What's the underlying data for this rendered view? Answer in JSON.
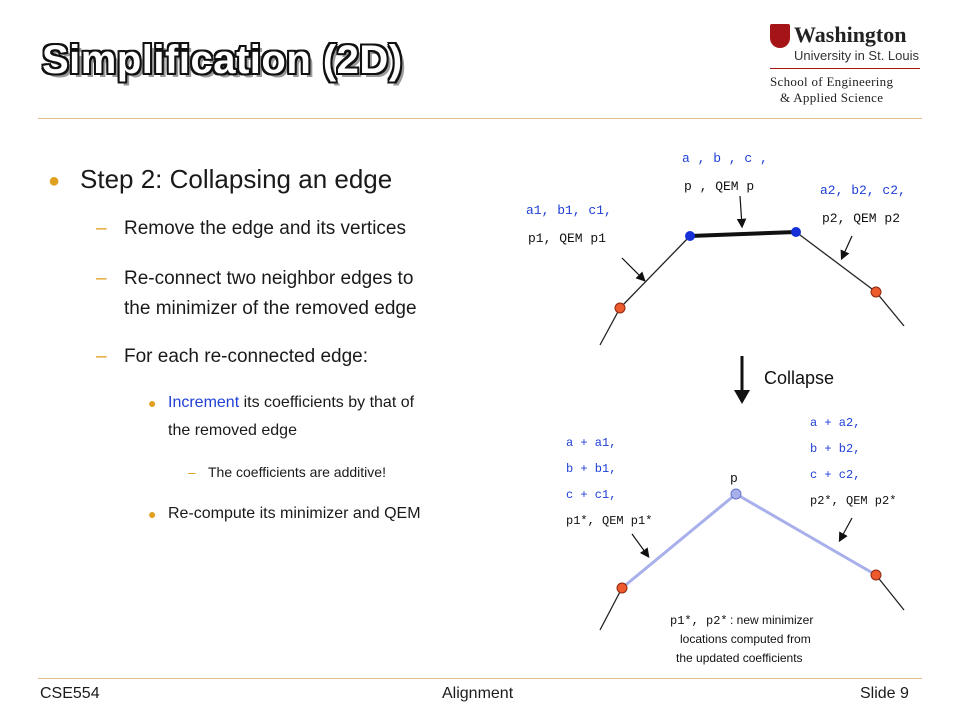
{
  "slide": {
    "title": "Simplification (2D)",
    "logo": {
      "name": "Washington",
      "university": "University in St. Louis",
      "school_line1": "School of Engineering",
      "school_line2": "& Applied Science"
    },
    "bullets": {
      "step": "Step 2: Collapsing an edge",
      "sub1": "Remove the edge and its vertices",
      "sub2_line1": "Re-connect two neighbor edges to",
      "sub2_line2": "the minimizer of the removed edge",
      "sub3": "For each re-connected edge:",
      "item1_highlight": "Increment",
      "item1_rest": " its coefficients by that of",
      "item1_line2": "the removed edge",
      "item1_sub": "The coefficients are additive!",
      "item2": "Re-compute its minimizer and QEM"
    },
    "diagram": {
      "top_mid_line1": "a , b , c ,",
      "top_mid_line2": "p , QEM p",
      "top_left_line1": "a1, b1, c1,",
      "top_left_line2": "p1, QEM p1",
      "top_right_line1": "a2, b2, c2,",
      "top_right_line2": "p2, QEM p2",
      "collapse_label": "Collapse",
      "point_label": "p",
      "bot_left_lines": [
        "a + a1,",
        "b + b1,",
        "c + c1,",
        "p1*, QEM p1*"
      ],
      "bot_right_lines": [
        "a + a2,",
        "b + b2,",
        "c + c2,",
        "p2*, QEM p2*"
      ],
      "note_symbols": "p1*, p2*",
      "note_line1": " : new minimizer",
      "note_line2": "locations computed from",
      "note_line3": "the updated coefficients"
    },
    "footer": {
      "left": "CSE554",
      "center": "Alignment",
      "right": "Slide 9"
    },
    "colors": {
      "bullet_accent": "#e0a020",
      "highlight_blue": "#1f3fd6",
      "vertex_blue": "#1530d8",
      "vertex_orange": "#ee5a2e",
      "reconnected_edge": "#a8b0ec",
      "rule": "#e0c08a"
    }
  }
}
